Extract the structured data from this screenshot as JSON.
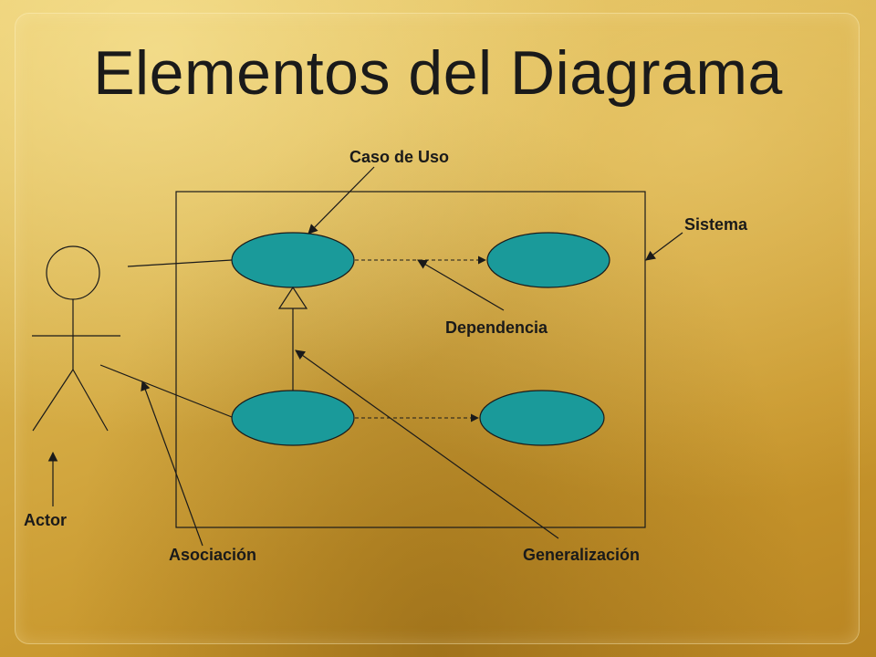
{
  "slide": {
    "title": "Elementos del Diagrama"
  },
  "labels": {
    "use_case": "Caso de Uso",
    "system": "Sistema",
    "dependency": "Dependencia",
    "actor": "Actor",
    "association": "Asociación",
    "generalization": "Generalización"
  },
  "colors": {
    "background": "#d9b24c",
    "use_case_fill": "#1a9a9a",
    "line": "#1a1a1a"
  }
}
